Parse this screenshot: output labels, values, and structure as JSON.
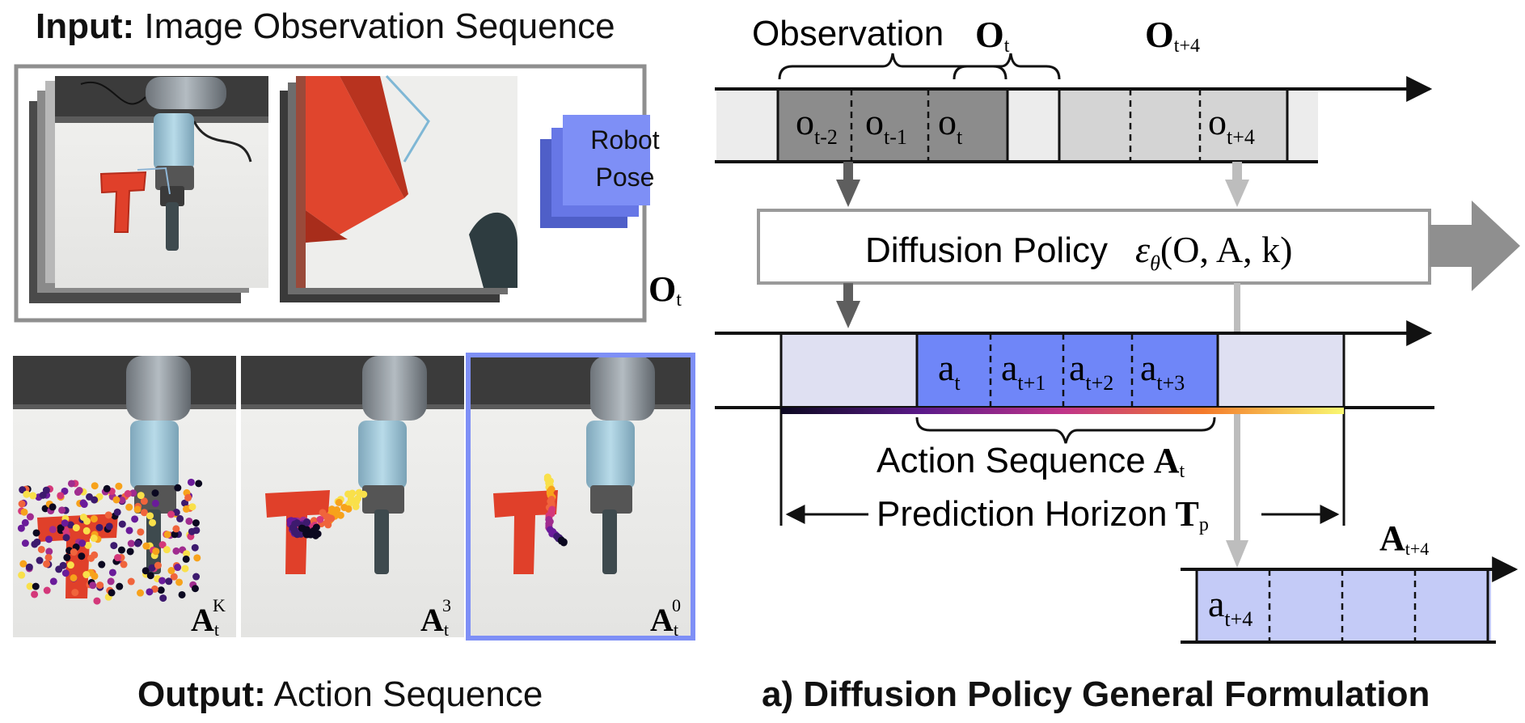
{
  "input_heading": {
    "bold": "Input:",
    "rest": " Image Observation Sequence"
  },
  "output_heading": {
    "bold": "Output:",
    "rest": "  Action Sequence"
  },
  "caption": "a) Diffusion Policy General Formulation",
  "input_panel": {
    "robot_pose": [
      "Robot",
      "Pose"
    ],
    "obs_label": {
      "sym": "O",
      "sub": "t"
    }
  },
  "output_panels": [
    {
      "sym": "A",
      "sub": "t",
      "sup": "K"
    },
    {
      "sym": "A",
      "sub": "t",
      "sup": "3"
    },
    {
      "sym": "A",
      "sub": "t",
      "sup": "0"
    }
  ],
  "diagram": {
    "observation_label": "Observation",
    "obs_t": {
      "sym": "O",
      "sub": "t"
    },
    "obs_t4": {
      "sym": "O",
      "sub": "t+4"
    },
    "obs_cells": [
      {
        "sym": "o",
        "sub": "t-2"
      },
      {
        "sym": "o",
        "sub": "t-1"
      },
      {
        "sym": "o",
        "sub": "t"
      }
    ],
    "obs_cell_t4": {
      "sym": "o",
      "sub": "t+4"
    },
    "policy_label": "Diffusion Policy",
    "policy_formula": {
      "eps": "ε",
      "theta": "θ",
      "args": "(O, A, k)"
    },
    "action_cells": [
      {
        "sym": "a",
        "sub": "t"
      },
      {
        "sym": "a",
        "sub": "t+1"
      },
      {
        "sym": "a",
        "sub": "t+2"
      },
      {
        "sym": "a",
        "sub": "t+3"
      }
    ],
    "action_sequence_label": "Action Sequence",
    "action_sequence_sym": {
      "sym": "A",
      "sub": "t"
    },
    "prediction_horizon_label": "Prediction Horizon",
    "prediction_horizon_sym": {
      "sym": "T",
      "sub": "p"
    },
    "next_action_sym": {
      "sym": "A",
      "sub": "t+4"
    },
    "next_action_cell": {
      "sym": "a",
      "sub": "t+4"
    }
  },
  "colors": {
    "frame_gray": "#8f8f8f",
    "obs_dark": "#8c8c8c",
    "obs_light": "#d4d4d4",
    "timeline_bg": "#ececec",
    "action_blue": "#6f86f8",
    "action_light": "#dfe0f2",
    "next_action": "#c4cbf7",
    "pose_blue": "#7e8ff6",
    "panel_border": "#7e8ff6",
    "arrow_dark": "#5e5e5e",
    "arrow_light": "#bdbdbd",
    "red_block": "#e0402a"
  },
  "icons": [
    "robot-arm-photo",
    "t-block",
    "trajectory-dots",
    "arrow-right",
    "arrow-down"
  ]
}
